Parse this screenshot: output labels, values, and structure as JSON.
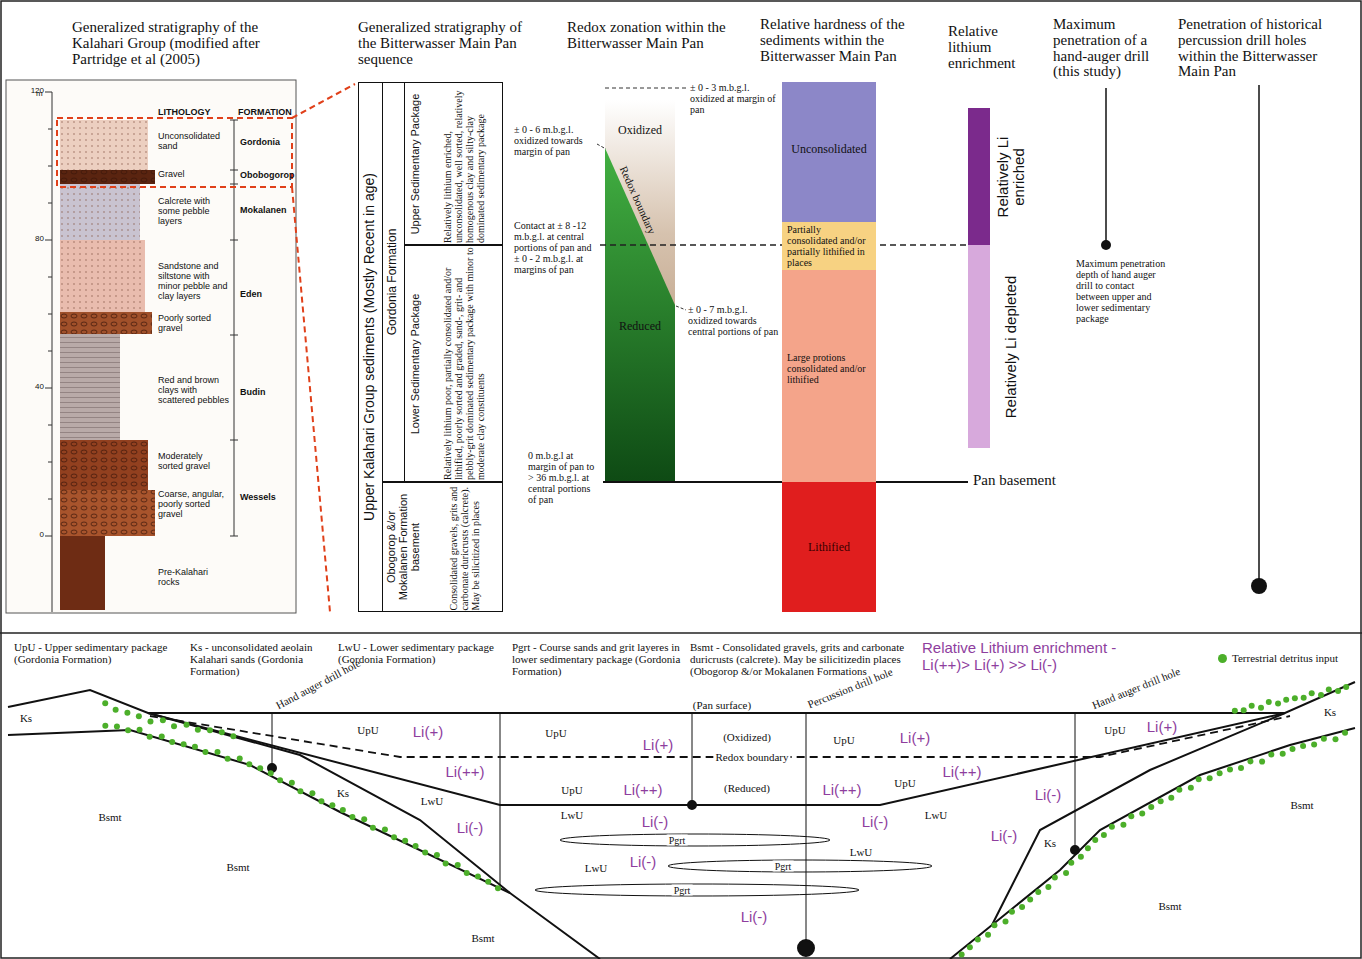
{
  "diagram": {
    "nodes": [
      {
        "text": [
          "Upper Kalahari Group sediments (Mostly Recent in age)"
        ]
      },
      {
        "text": [
          "Gordonia Formation"
        ],
        "in": 0
      },
      {
        "text": [
          "Upper Sedimentary Package",
          "Relatively lithium enriched, unconsolidated, well sorted, relatively homogenous clay and silty-clay dominated sedimentary package"
        ],
        "in": 1
      },
      {
        "text": [
          "Lower Sedimentary Package",
          "Relatively lithium poor, partially consolidated and/or lithified, poorly sorted and graded, sand-, grit- and pebbly-grit dominated sedimentary package with minor to moderate clay constituents"
        ],
        "in": 1
      },
      {
        "text": [
          "Obogorop &/or Mokalanen Formation basement",
          "Consolidated gravels, grits and carbonate duricrusts (calcrete). May be silicitized in places"
        ],
        "in": 0
      },
      {
        "text": [
          "Oxidized",
          "Redox boundary",
          "Reduced"
        ]
      },
      {
        "text": [
          "Unconsolidated"
        ]
      },
      {
        "text": [
          "Partially consolidated and/or partially lithified in places"
        ]
      },
      {
        "text": [
          "Large protions consolidated and/or lithified"
        ]
      },
      {
        "text": [
          "Lithified"
        ]
      },
      {
        "text": [
          "Relatively Li enriched"
        ]
      },
      {
        "text": [
          "Relatively Li depleted"
        ]
      }
    ],
    "labels": [
      "Generalized stratigraphy of the Kalahari Group (modified after Partridge et al (2005)",
      "Generalized stratigraphy of the Bitterwasser Main Pan sequence",
      "Redox zonation within the Bitterwasser Main Pan",
      "Relative hardness of the sediments within the Bitterwasser Main Pan",
      "Relative lithium enrichment",
      "Maximum penetration of a hand-auger drill (this study)",
      "Penetration of historical percussion drill holes within the Bitterwasser Main Pan",
      "m",
      "120",
      "80",
      "40",
      "0",
      "LITHOLOGY",
      "FORMATION",
      "Unconsolidated sand",
      "Gordonia",
      "Gravel",
      "Obobogorop",
      "Calcrete with some pebble layers",
      "Mokalanen",
      "Sandstone and siltstone with minor pebble and clay layers",
      "Eden",
      "Poorly sorted gravel",
      "Red and brown clays with scattered pebbles",
      "Budin",
      "Moderately sorted gravel",
      "Coarse, angular, poorly sorted gravel",
      "Wessels",
      "Pre-Kalahari rocks",
      "± 0 - 3 m.b.g.l. oxidized at margin of pan",
      "± 0 - 6 m.b.g.l. oxidized towards margin of pan",
      "Contact at ± 8 -12 m.b.g.l. at central portions of pan and ± 0 - 2 m.b.g.l. at margins of pan",
      "± 0 - 7 m.b.g.l. oxidized towards central portions of pan",
      "0 m.b.g.l at margin of pan to > 36 m.b.g.l. at central portions of pan",
      "Pan basement",
      "Maximum penetration depth of hand auger drill to contact between upper and lower sedimentary package",
      "UpU - Upper sedimentary package (Gordonia Formation)",
      "Ks - unconsolidated aeolain Kalahari sands (Gordonia Formation)",
      "LwU - Lower sedimentary package (Gordonia Formation)",
      "Pgrt - Course sands and grit layeres in lower sedimentary package (Gordonia Formation)",
      "Bsmt - Consolidated gravels, grits and carbonate duricrusts (calcrete). May be silicitizedin places (Obogorop &/or Mokalanen Formations",
      "Relative Lithium enrichment - Li(++)> Li(+) >> Li(-)",
      "Ks",
      "Hand auger drill hole",
      "UpU",
      "Li(+)",
      "UpU",
      "Li(+)",
      "(Pan surface)",
      "(Oxidized)",
      "Percussion drill hole",
      "UpU",
      "Li(+)",
      "Hand auger drill hole",
      "UpU",
      "Li(+)",
      "Ks",
      "Li(++)",
      "Redox boundary",
      "UpU",
      "Li(++)",
      "(Reduced)",
      "Li(++)",
      "UpU",
      "Li(++)",
      "Li(-)",
      "Ks",
      "LwU",
      "Li(-)",
      "LwU",
      "Li(-)",
      "Li(-)",
      "LwU",
      "Li(-)",
      "Ks",
      "Pgrt",
      "LwU",
      "LwU",
      "Li(-)",
      "Pgrt",
      "Pgrt",
      "Li(-)",
      "Bsmt",
      "Bsmt",
      "Bsmt",
      "Bsmt",
      "Bsmt"
    ],
    "legend": [
      {
        "text": "Terrestrial detritus input",
        "color": "#4caf2a"
      }
    ]
  }
}
